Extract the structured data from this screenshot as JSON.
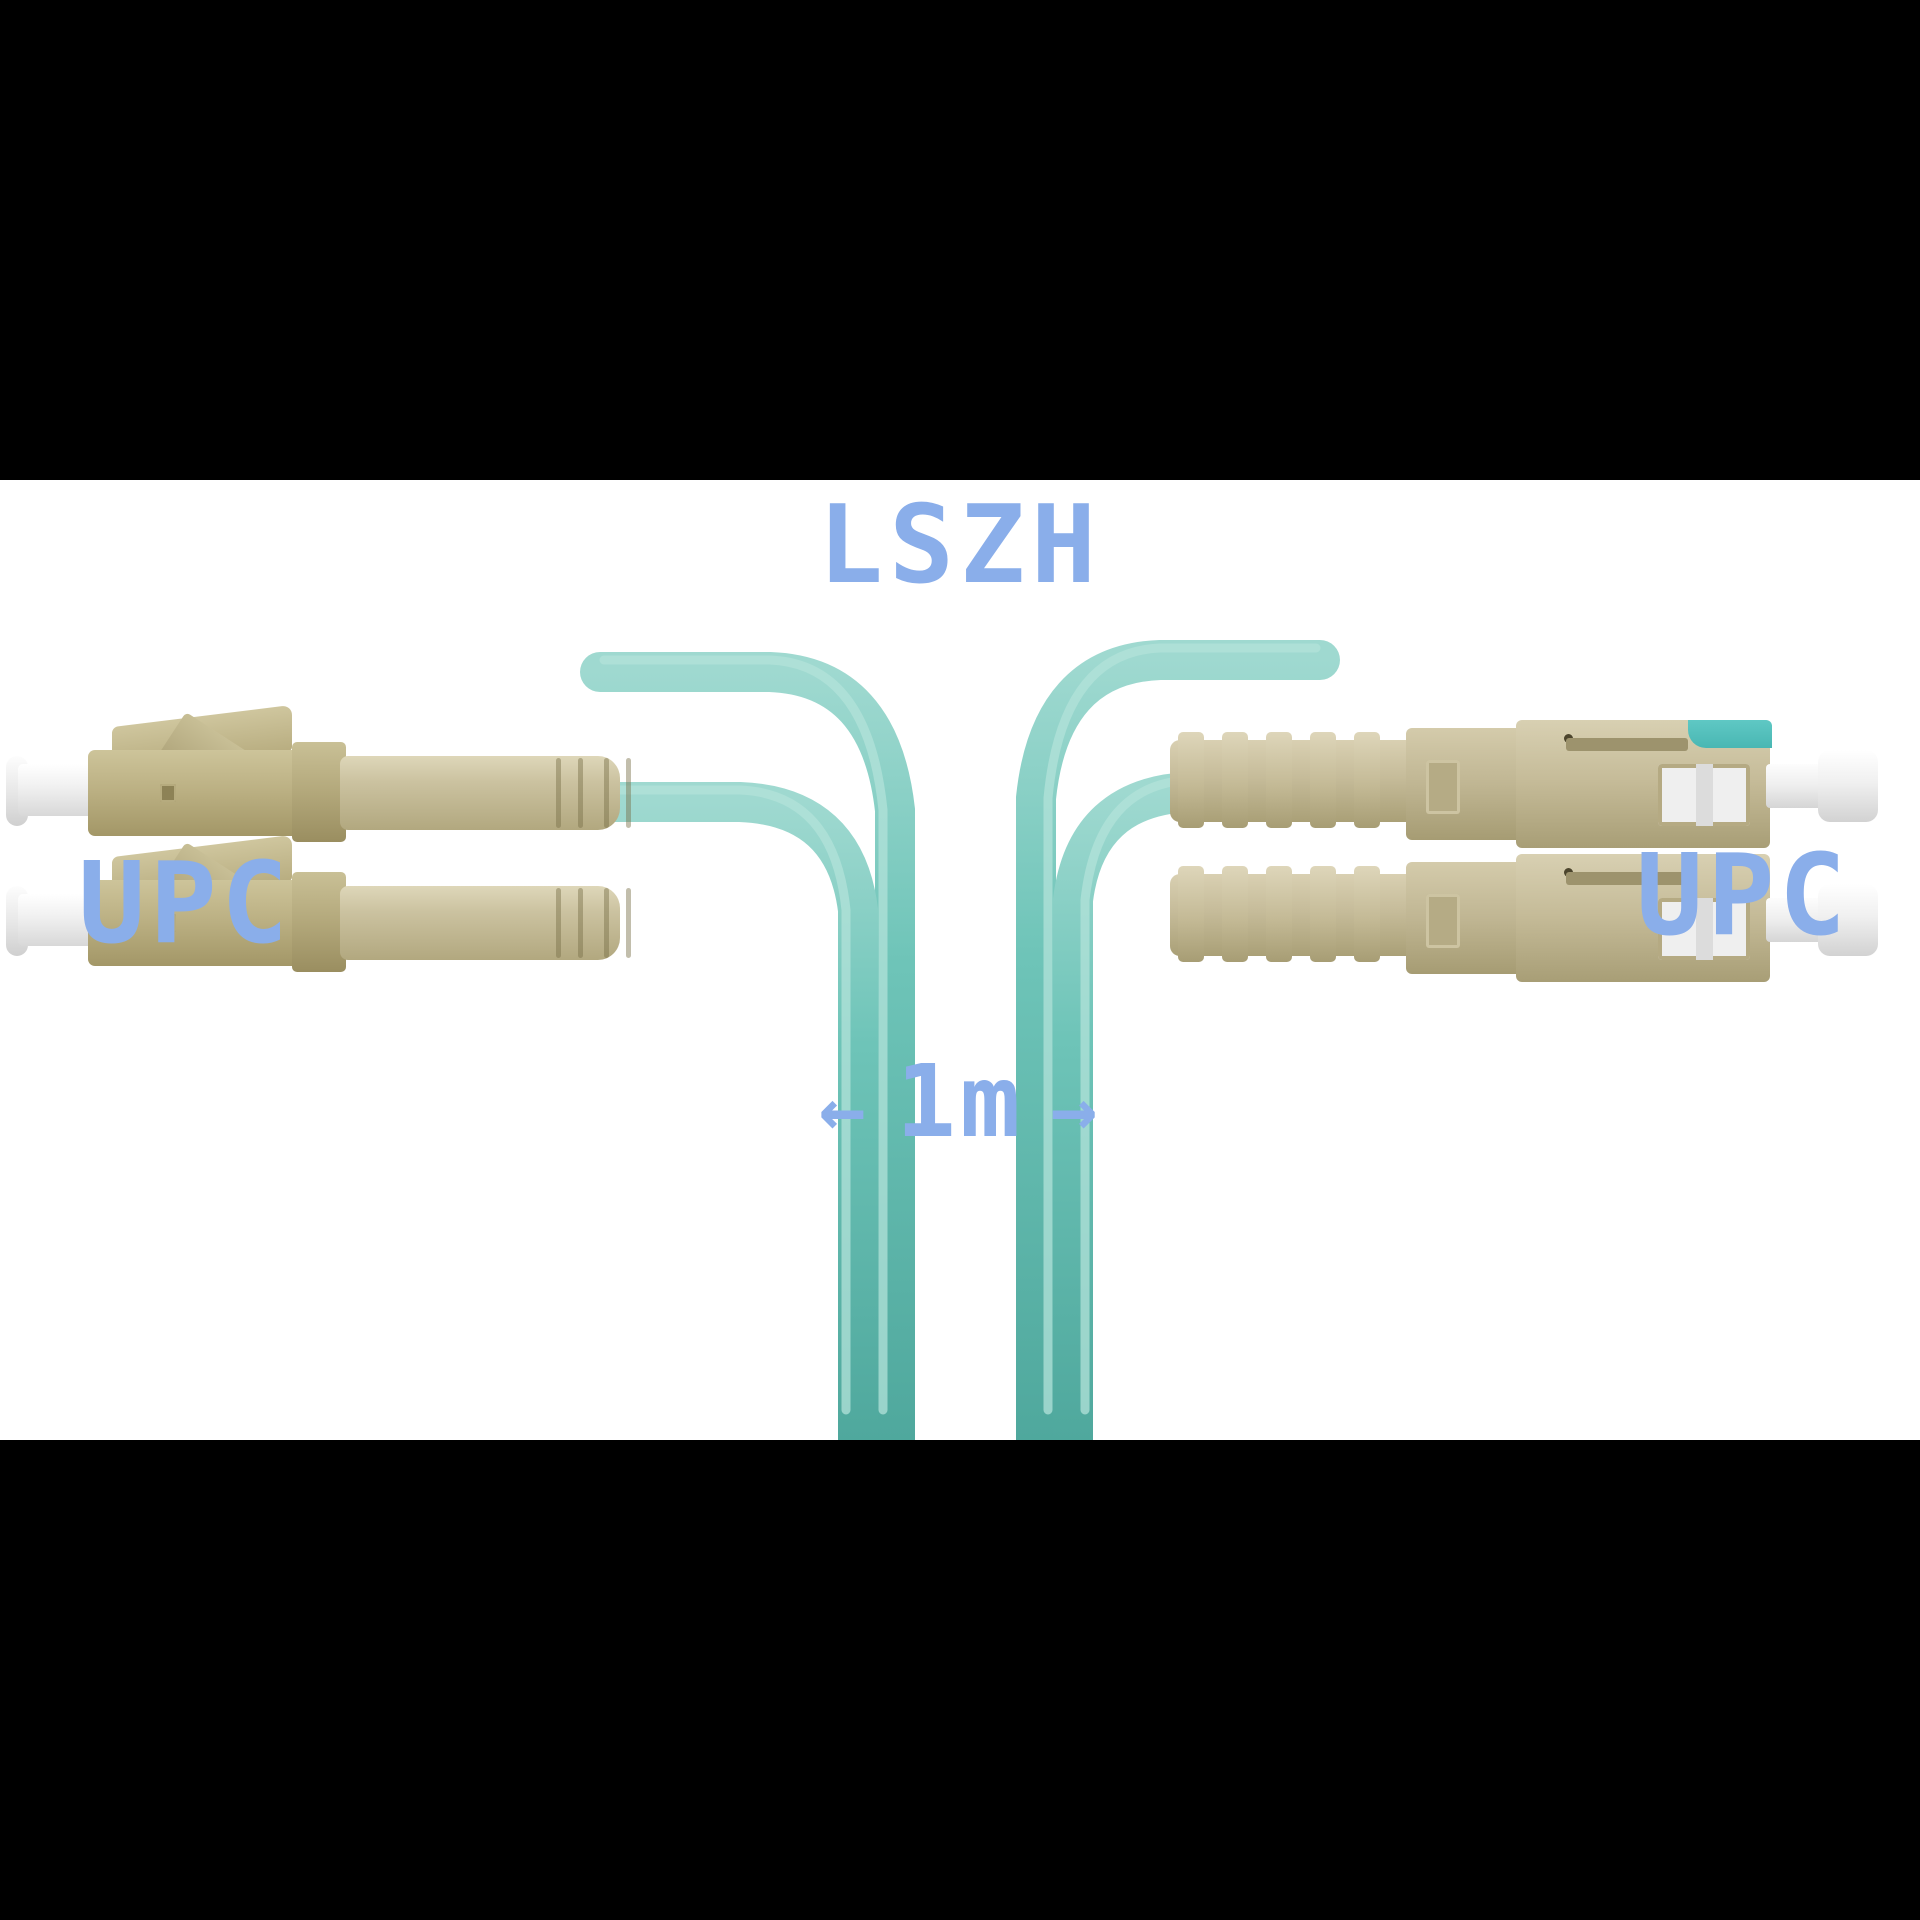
{
  "image": {
    "background_color": "#000000",
    "canvas_color": "#ffffff",
    "accent_text_color": "#8aaeea",
    "cable_color": "#6ec4b8",
    "connector_body_color": "#c0b693"
  },
  "annotations": {
    "jacket_rating": "LSZH",
    "connector_polish_left": "UPC",
    "connector_polish_right": "UPC",
    "length": {
      "arrow_left": "←",
      "value": "1m",
      "arrow_right": "→"
    }
  },
  "product": {
    "left_connectors": {
      "type": "LC",
      "count": 2,
      "ferrule_color": "#ffffff",
      "housing_color": "#b8ad80"
    },
    "right_connectors": {
      "type": "SC",
      "count": 2,
      "ferrule_color": "#ffffff",
      "housing_color": "#c5bb98",
      "accent_color": "#49b7b3"
    },
    "cable": {
      "fiber_count": 2,
      "jacket_color": "#6ec4b8"
    }
  }
}
